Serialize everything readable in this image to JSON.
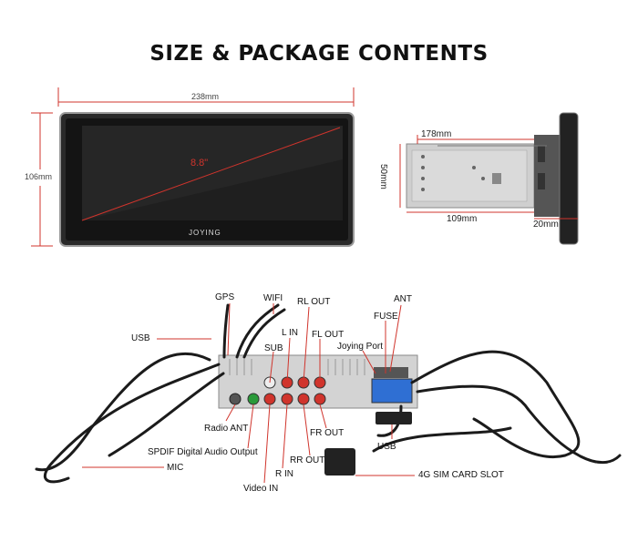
{
  "title": "SIZE & PACKAGE CONTENTS",
  "dimensions": {
    "width": "238mm",
    "height": "106mm",
    "diagonal": "8.8\"",
    "depth": "178mm",
    "chassis_height": "50mm",
    "chassis_width": "109mm",
    "faceplate": "20mm"
  },
  "brand": "JOYING",
  "labels": {
    "gps": "GPS",
    "wifi": "WIFI",
    "rl_out": "RL OUT",
    "ant": "ANT",
    "fuse": "FUSE",
    "l_in": "L IN",
    "fl_out": "FL OUT",
    "joying_port": "Joying Port",
    "usb_left": "USB",
    "sub": "SUB",
    "radio_ant": "Radio ANT",
    "fr_out": "FR OUT",
    "usb_right": "USB",
    "spdif": "SPDIF Digital Audio Output",
    "rr_out": "RR OUT",
    "mic": "MIC",
    "r_in": "R IN",
    "sim": "4G SIM CARD SLOT",
    "video_in": "Video IN"
  },
  "colors": {
    "dimension_line": "#d0342c",
    "screen": "#1a1a1a",
    "chassis": "#c9c9c9",
    "cable": "#1b1b1b"
  }
}
